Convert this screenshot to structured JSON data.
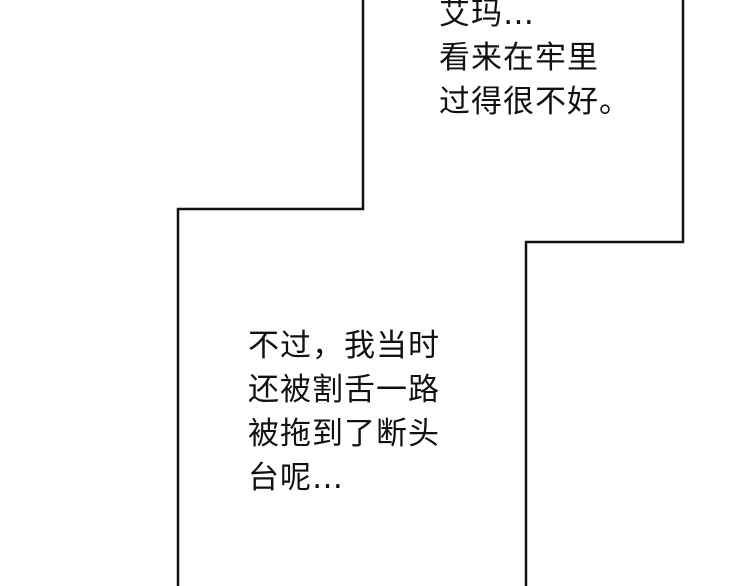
{
  "colors": {
    "background": "#ffffff",
    "panel_border": "#111111",
    "text": "#111111"
  },
  "dialogue": {
    "top": {
      "lines": [
        "艾玛…",
        "看来在牢里",
        "过得很不好。"
      ]
    },
    "bottom": {
      "lines": [
        "不过，我当时",
        "还被割舌一路",
        "被拖到了断头",
        "台呢…"
      ]
    }
  }
}
